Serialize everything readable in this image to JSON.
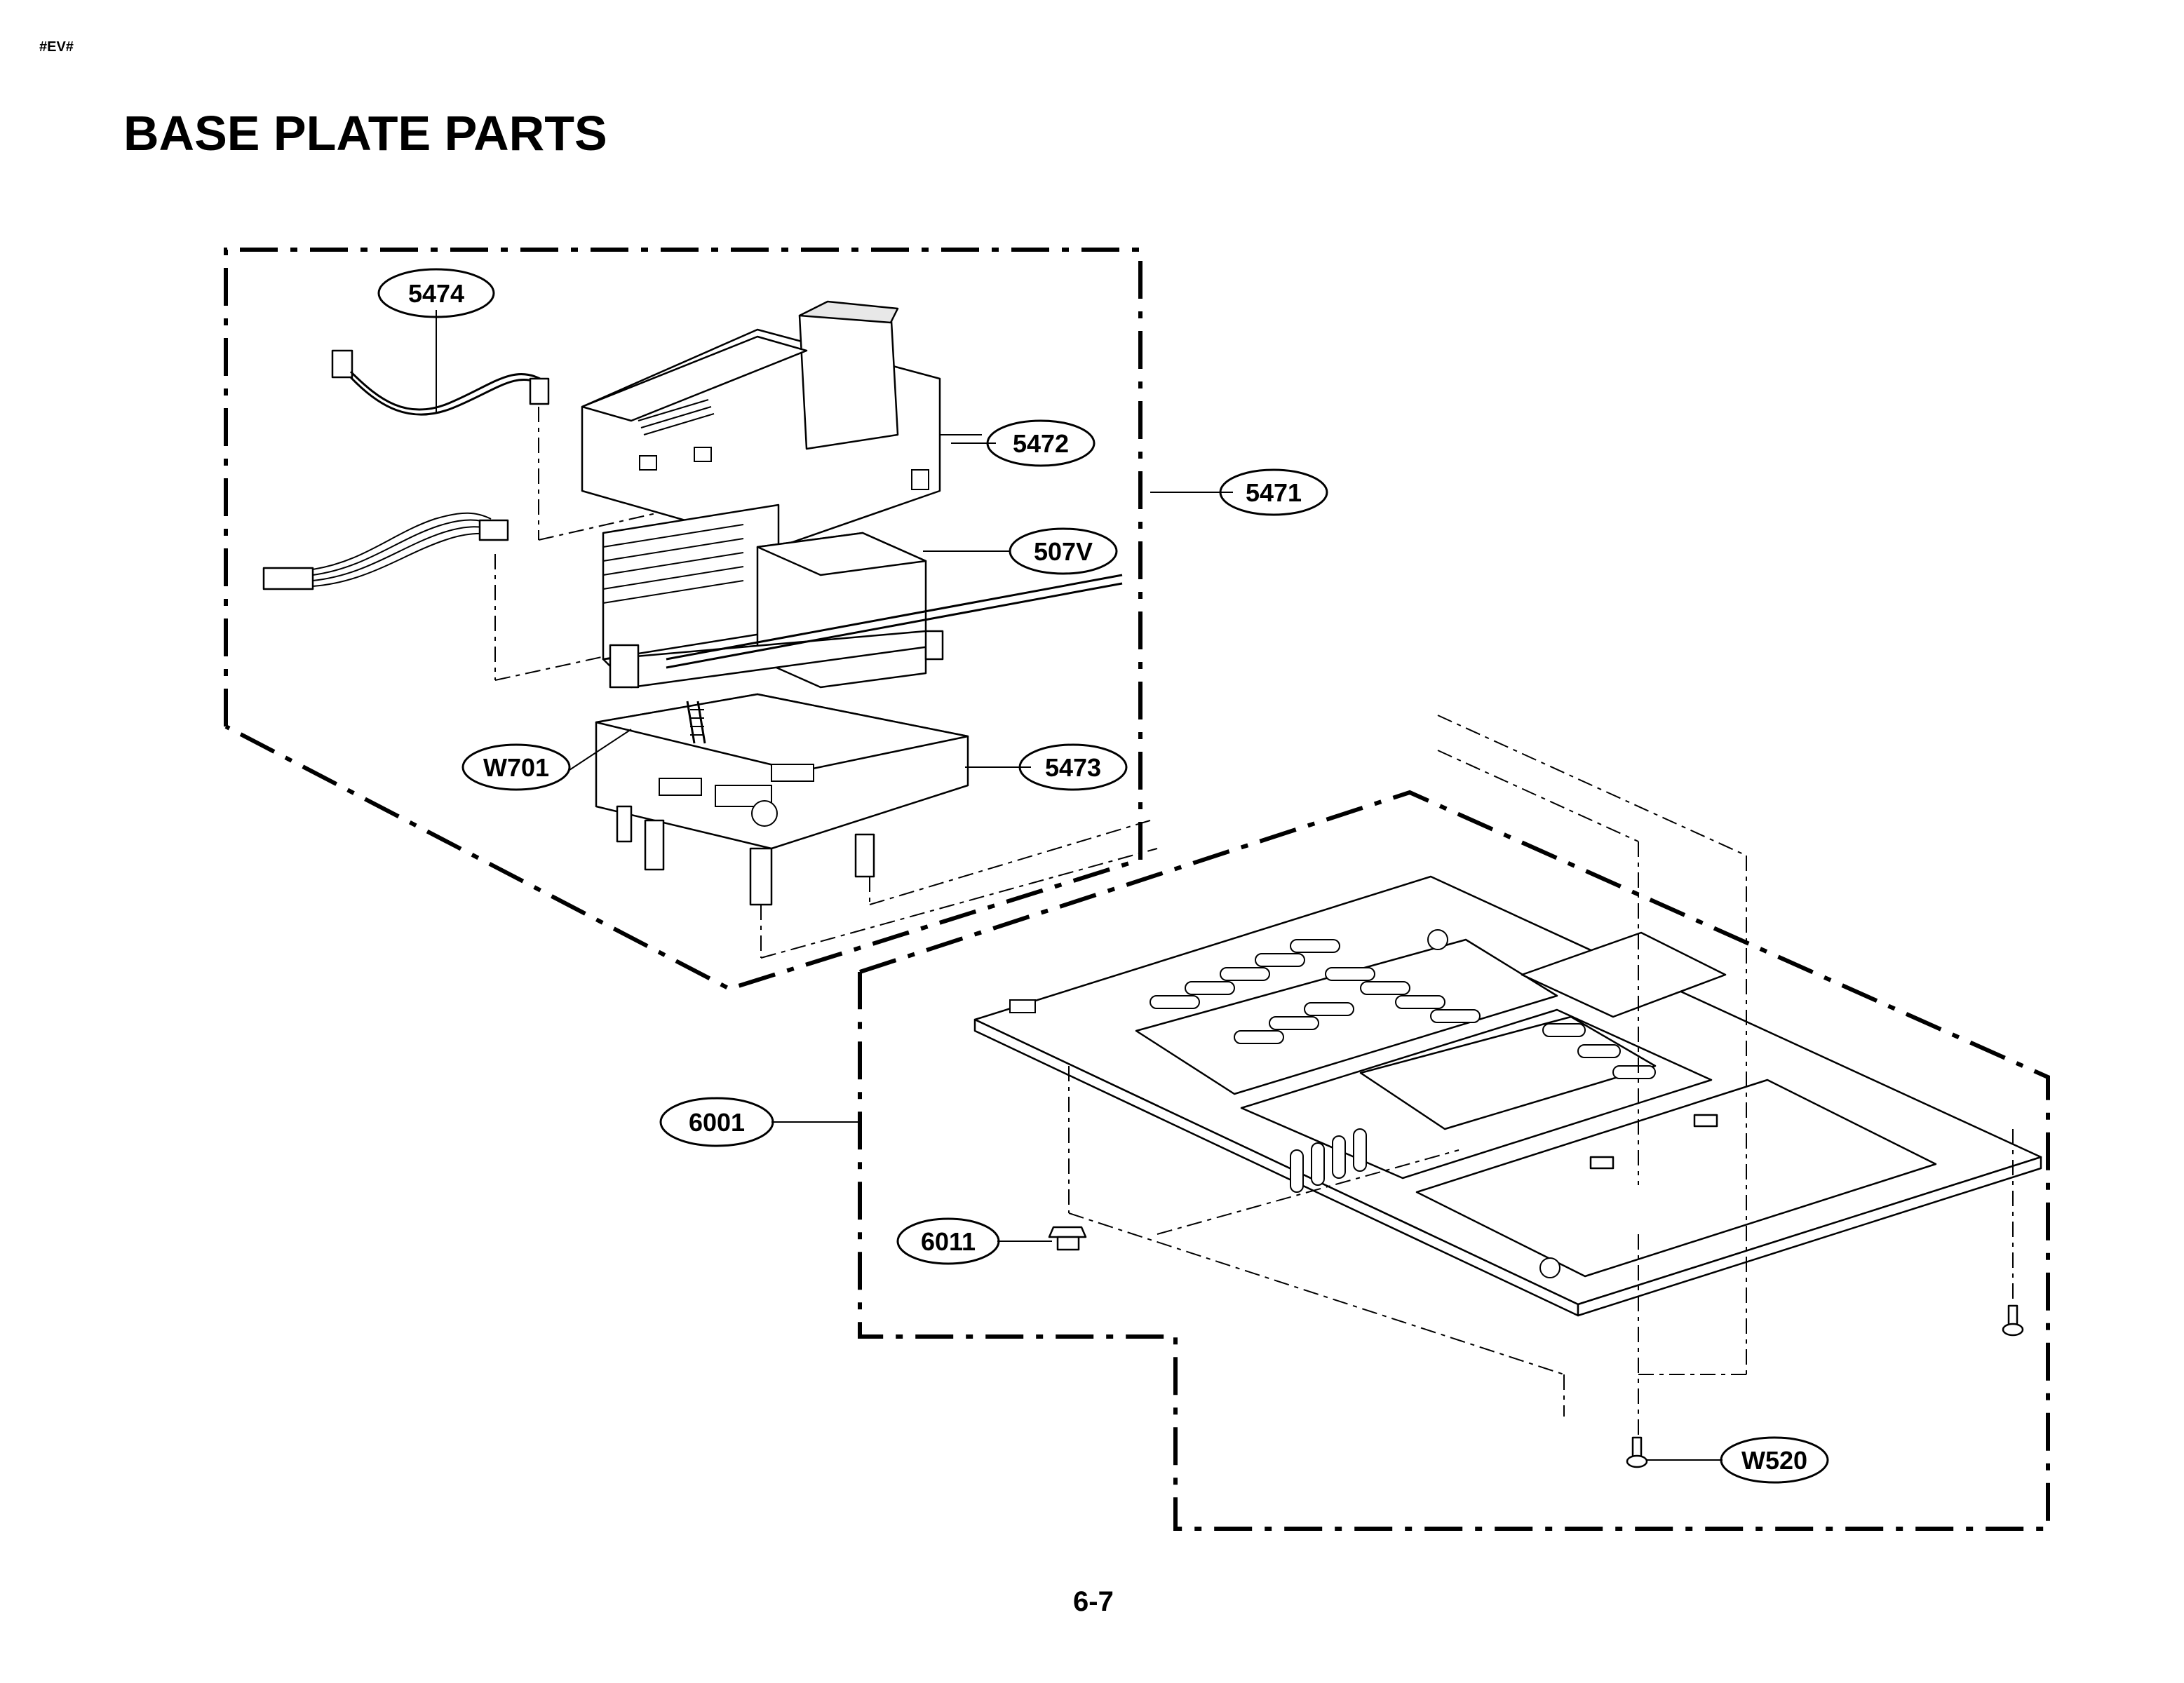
{
  "header": {
    "tag": "#EV#",
    "title": "BASE PLATE PARTS"
  },
  "footer": {
    "page_number": "6-7"
  },
  "callouts": {
    "c5474": "5474",
    "c5472": "5472",
    "c5471": "5471",
    "c507V": "507V",
    "cW701": "W701",
    "c5473": "5473",
    "c6001": "6001",
    "c6011": "6011",
    "cW520": "W520"
  }
}
